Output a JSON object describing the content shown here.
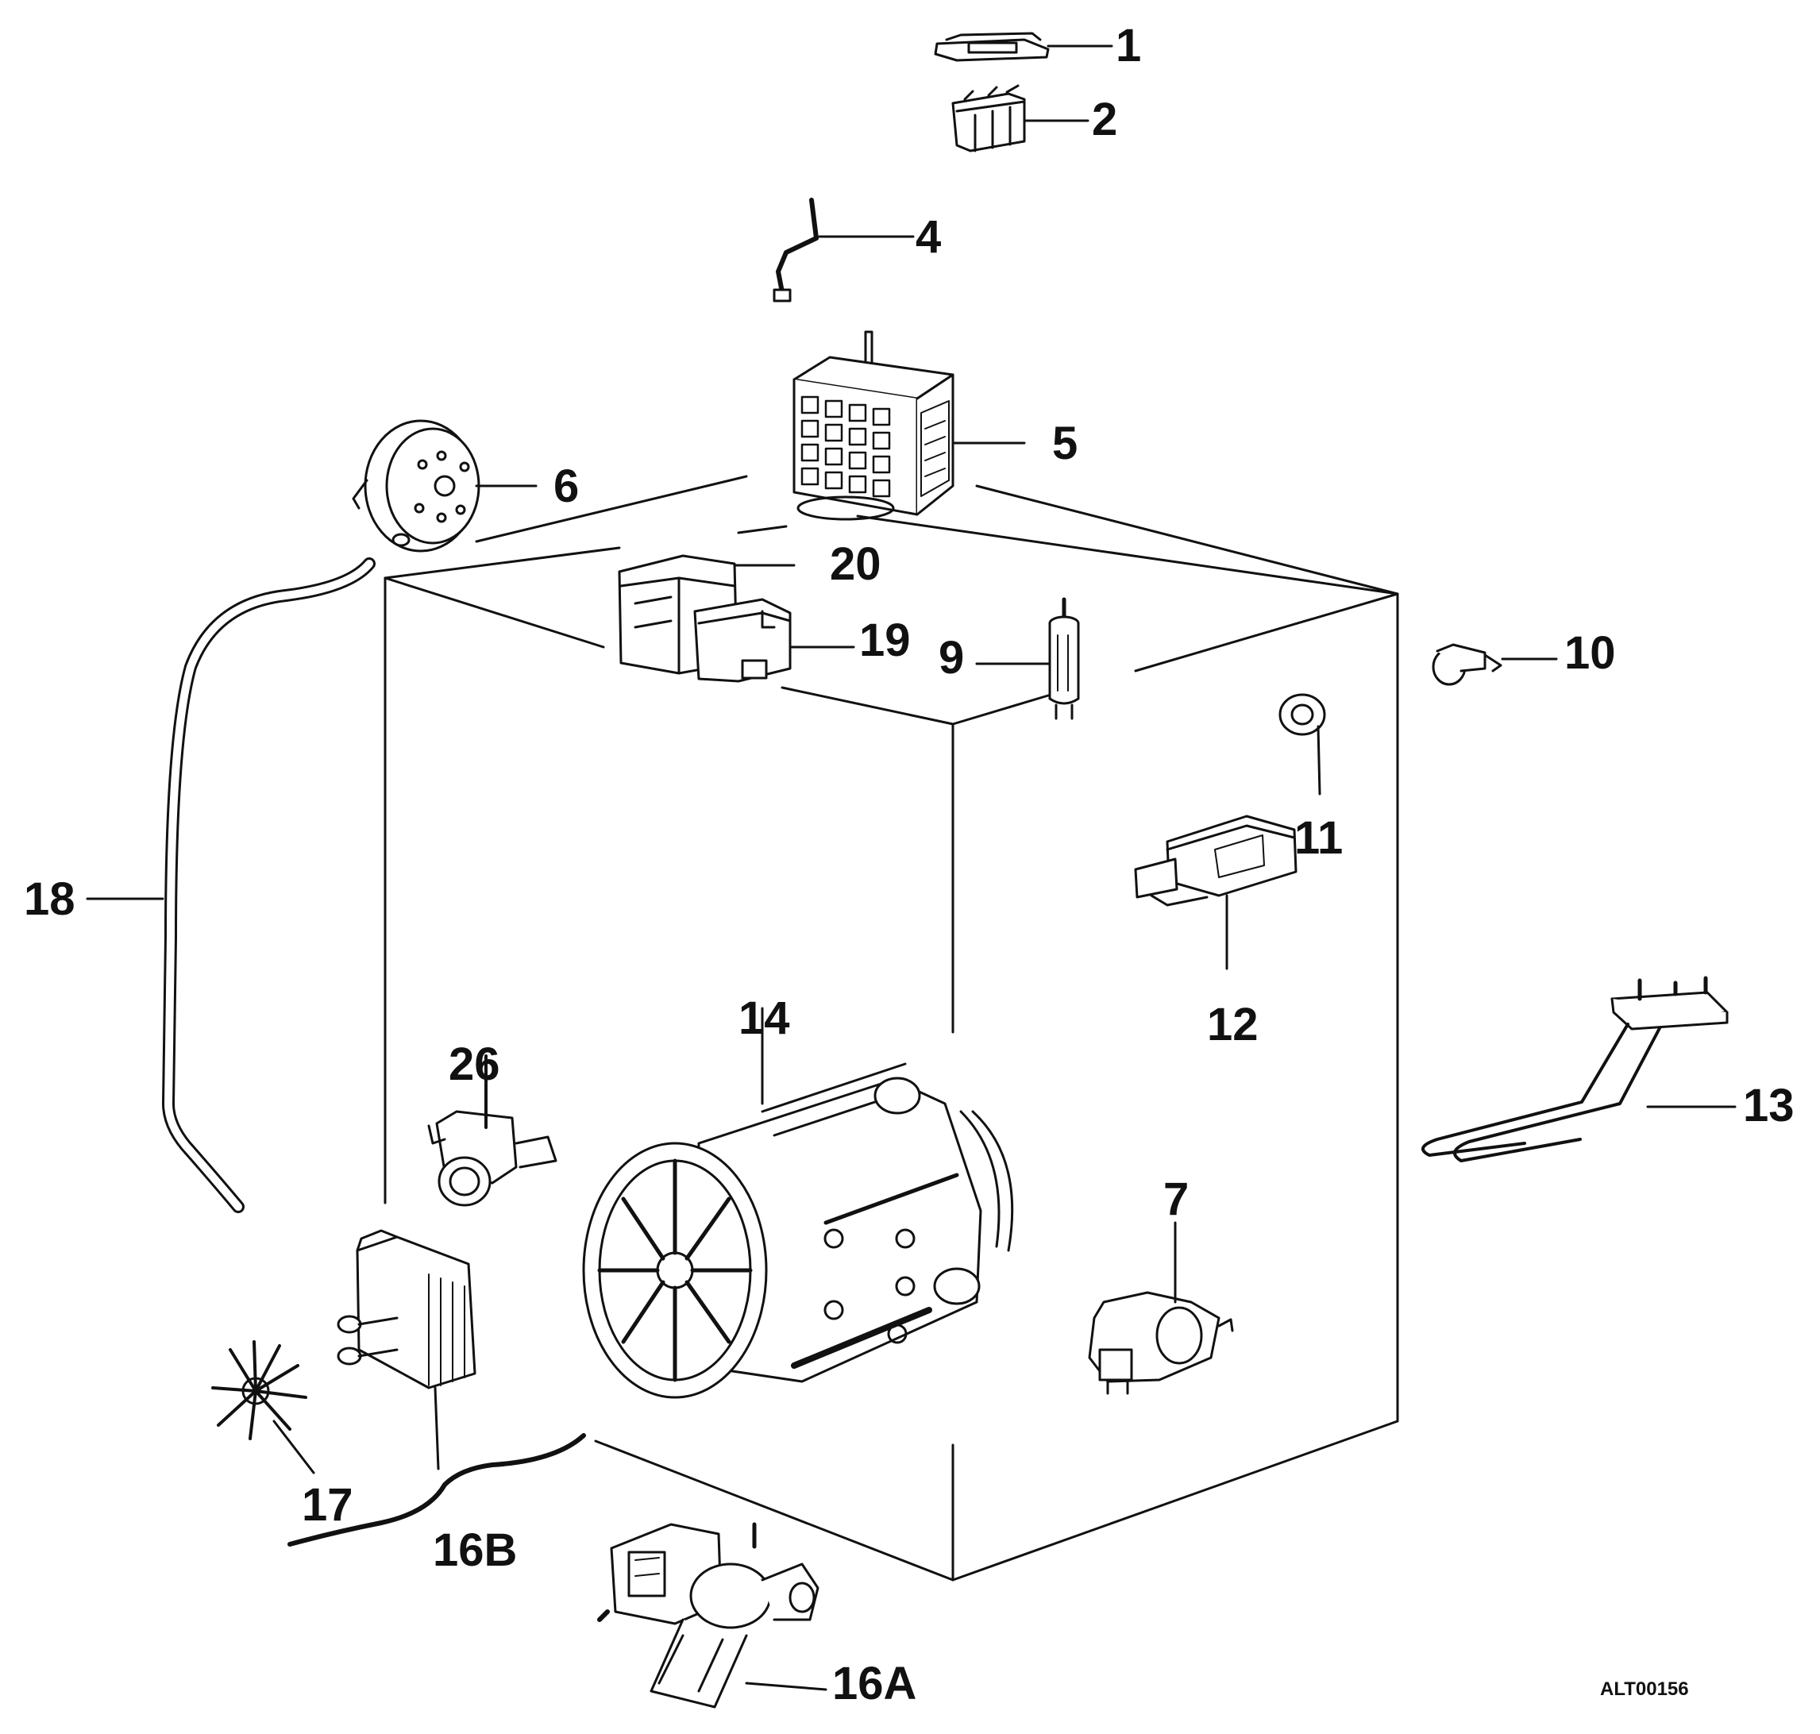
{
  "labels": {
    "p1": "1",
    "p2": "2",
    "p4": "4",
    "p5": "5",
    "p6": "6",
    "p7": "7",
    "p9": "9",
    "p10": "10",
    "p11": "11",
    "p12": "12",
    "p13": "13",
    "p14": "14",
    "p16a": "16A",
    "p16b": "16B",
    "p17": "17",
    "p18": "18",
    "p19": "19",
    "p20": "20",
    "p26": "26"
  },
  "drawing_code": "ALT00156",
  "colors": {
    "ink": "#111111",
    "paper": "#ffffff"
  }
}
